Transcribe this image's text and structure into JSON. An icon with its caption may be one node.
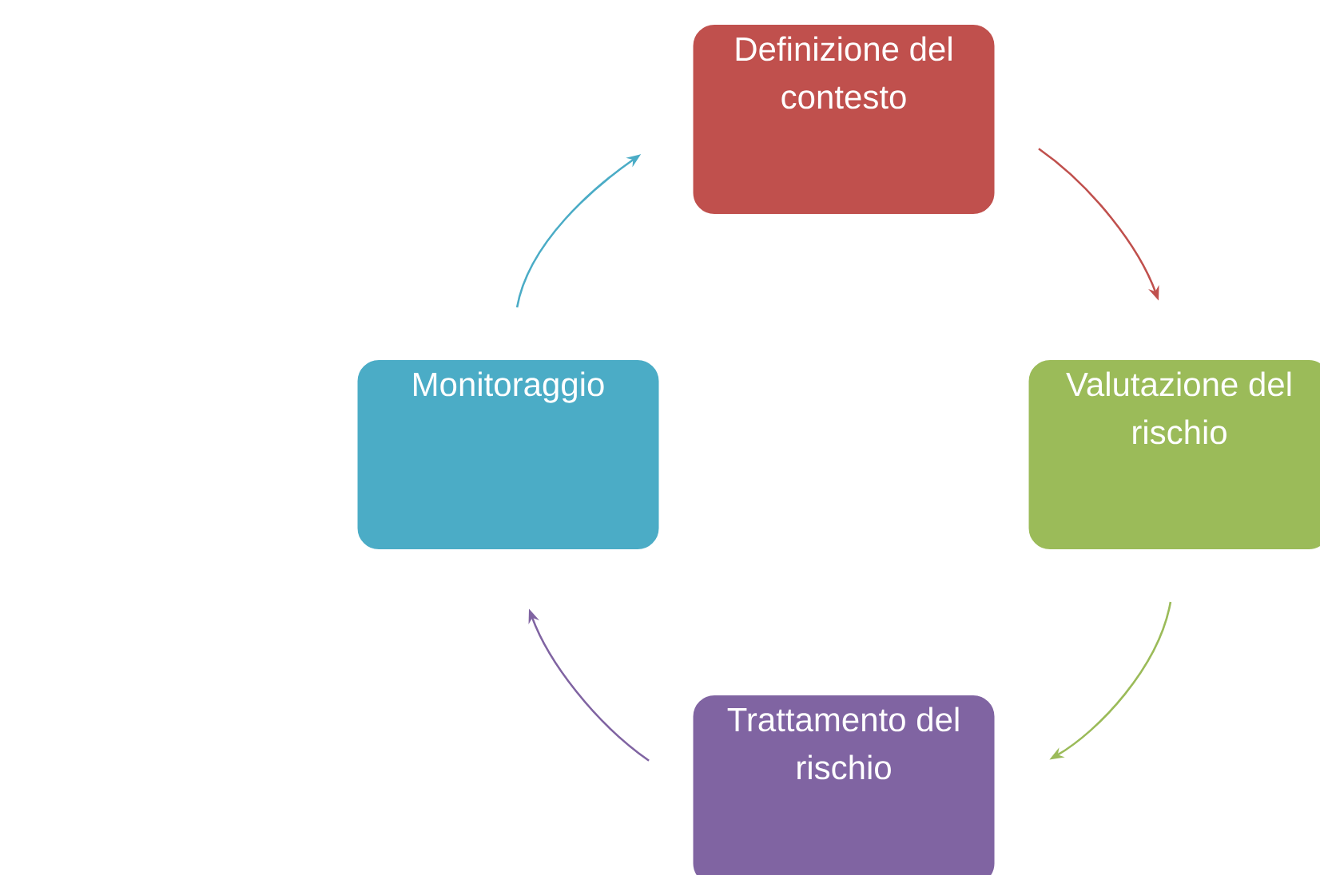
{
  "diagram": {
    "nodes": [
      {
        "text": [
          "Definizione del contesto"
        ]
      },
      {
        "text": [
          "Valutazione del rischio"
        ]
      },
      {
        "text": [
          "Trattamento del rischio"
        ]
      },
      {
        "text": [
          "Monitoraggio"
        ]
      }
    ],
    "edges": [
      {
        "from": 0,
        "to": 1,
        "arrow": "to",
        "color": "#c0504d"
      },
      {
        "from": 1,
        "to": 2,
        "arrow": "to",
        "color": "#9bbb59"
      },
      {
        "from": 2,
        "to": 3,
        "arrow": "to",
        "color": "#8064a2"
      },
      {
        "from": 3,
        "to": 0,
        "arrow": "to",
        "color": "#4bacc6"
      }
    ]
  }
}
